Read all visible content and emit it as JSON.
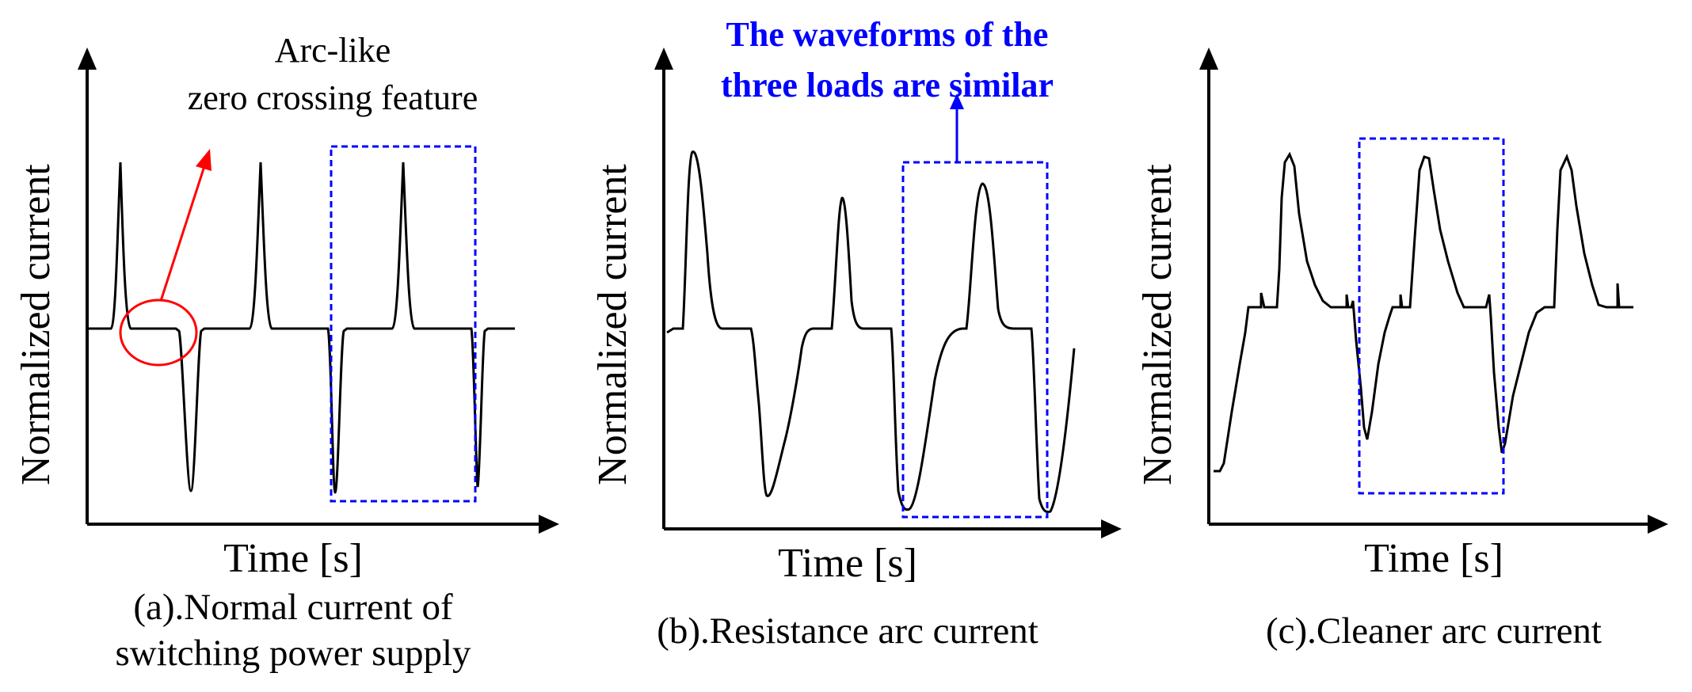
{
  "colors": {
    "waveform": "#000000",
    "axes": "#000000",
    "highlight_box": "#0000ff",
    "arc_marker": "#ff0000",
    "note_text": "#0000ff"
  },
  "panels": [
    {
      "id": "a",
      "ylabel": "Normalized current",
      "xlabel": "Time [s]",
      "caption_lines": [
        "(a).Normal current of",
        "switching power supply"
      ],
      "annotation_lines": [
        "Arc-like",
        "zero crossing feature"
      ]
    },
    {
      "id": "b",
      "ylabel": "Normalized current",
      "xlabel": "Time [s]",
      "caption_lines": [
        "(b).Resistance arc current"
      ],
      "annotation_lines": [
        "The waveforms of the",
        "three loads are similar"
      ]
    },
    {
      "id": "c",
      "ylabel": "Normalized current",
      "xlabel": "Time [s]",
      "caption_lines": [
        "(c).Cleaner arc current"
      ],
      "annotation_lines": []
    }
  ]
}
